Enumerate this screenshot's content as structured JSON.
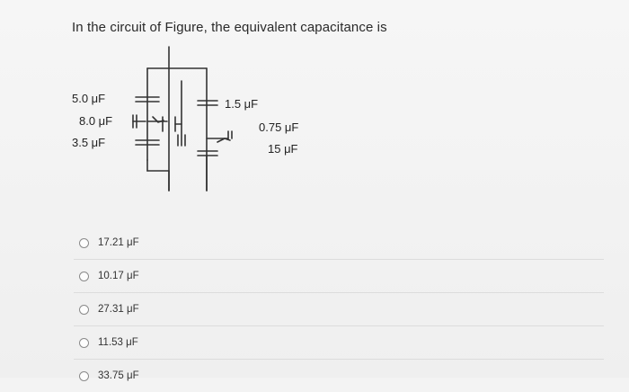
{
  "question": {
    "text": "In the circuit of Figure, the equivalent capacitance is"
  },
  "figure": {
    "labels": {
      "c1": "5.0 μF",
      "c2": "8.0 μF",
      "c3": "3.5 μF",
      "c4": "1.5 μF",
      "c5": "0.75 μF",
      "c6": "15 μF"
    }
  },
  "options": [
    {
      "label": "17.21 μF"
    },
    {
      "label": "10.17 μF"
    },
    {
      "label": "27.31 μF"
    },
    {
      "label": "11.53 μF"
    },
    {
      "label": "33.75 μF"
    }
  ]
}
